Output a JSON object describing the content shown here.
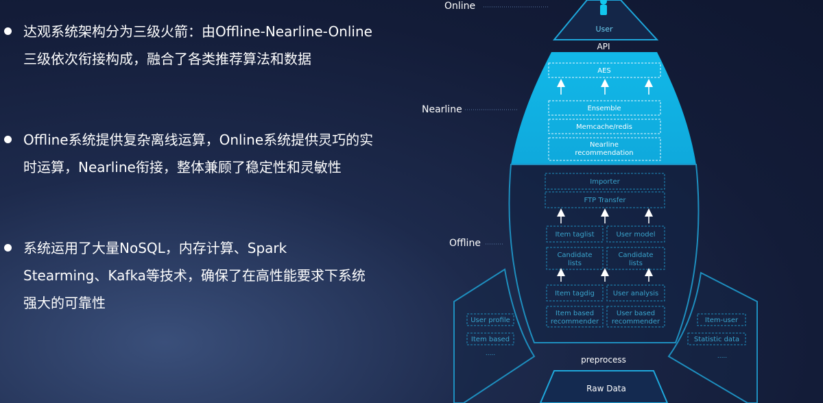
{
  "bullets": [
    "达观系统架构分为三级火箭：由Offline-Nearline-Online三级依次衔接构成，融合了各类推荐算法和数据",
    "Offline系统提供复杂离线运算，Online系统提供灵巧的实时运算，Nearline衔接，整体兼顾了稳定性和灵敏性",
    "系统运用了大量NoSQL，内存计算、Spark Stearming、Kafka等技术，确保了在高性能要求下系统强大的可靠性"
  ],
  "diagram": {
    "tiers": {
      "online": "Online",
      "nearline": "Nearline",
      "offline": "Offline"
    },
    "user": "User",
    "api": "API",
    "nearline_boxes": {
      "aes": "AES",
      "ensemble": "Ensemble",
      "memcache": "Memcache/redis",
      "nearline_rec_1": "Nearline",
      "nearline_rec_2": "recommendation"
    },
    "offline_boxes": {
      "importer": "Importer",
      "ftp": "FTP Transfer",
      "item_taglist": "Item taglist",
      "user_model": "User model",
      "candidate_1": "Candidate",
      "candidate_2": "lists",
      "item_tagdig": "Item tagdig",
      "user_analysis": "User analysis",
      "item_based_1": "Item based",
      "item_based_2": "recommender",
      "user_based_1": "User based",
      "user_based_2": "recommender"
    },
    "left_fin": {
      "user_profile": "User profile",
      "item_based": "Item based",
      "more": "....."
    },
    "right_fin": {
      "item_user": "Item-user",
      "statistic_data": "Statistic data",
      "more": "....."
    },
    "preprocess": "preprocess",
    "raw_data": "Raw Data"
  },
  "colors": {
    "accent": "#12b4e6",
    "line": "#1e8fbf",
    "text_dim": "#3aa6cf"
  }
}
